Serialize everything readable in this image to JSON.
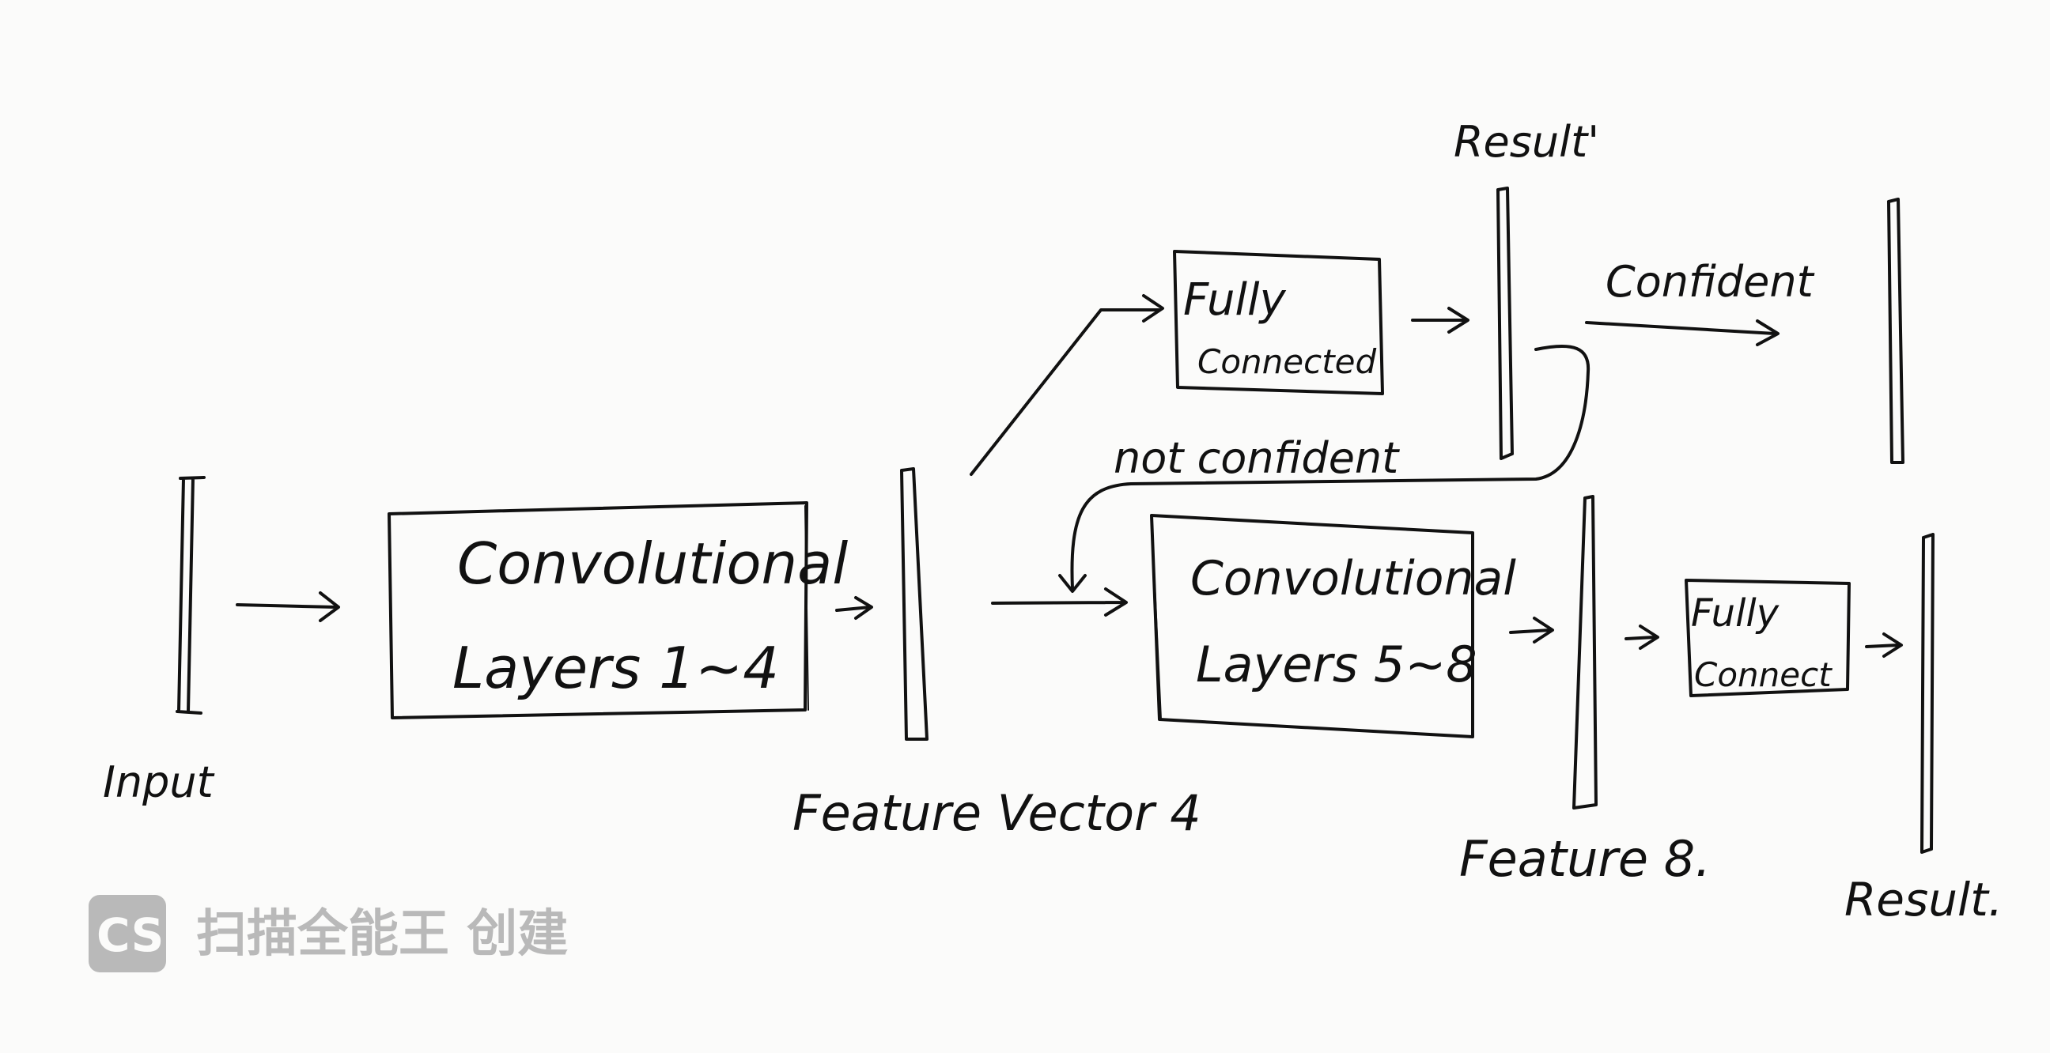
{
  "diagram": {
    "input_label": "Input",
    "conv_block_1": {
      "line1": "Convolutional",
      "line2": "Layers 1~4"
    },
    "feature_vector_4_label": "Feature Vector 4",
    "fc_block_top": {
      "line1": "Fully",
      "line2": "Connected"
    },
    "result_prime_label": "Result'",
    "confident_label": "Confident",
    "not_confident_label": "not confident",
    "conv_block_2": {
      "line1": "Convolutional",
      "line2": "Layers 5~8"
    },
    "feature_8_label": "Feature 8.",
    "fc_block_bottom": {
      "line1": "Fully",
      "line2": "Connect"
    },
    "result_label": "Result."
  },
  "watermark": {
    "logo_text": "CS",
    "text": "扫描全能王 创建"
  },
  "colors": {
    "ink": "#111111",
    "paper": "#fbfbfa",
    "watermark": "#b9b9b9"
  }
}
